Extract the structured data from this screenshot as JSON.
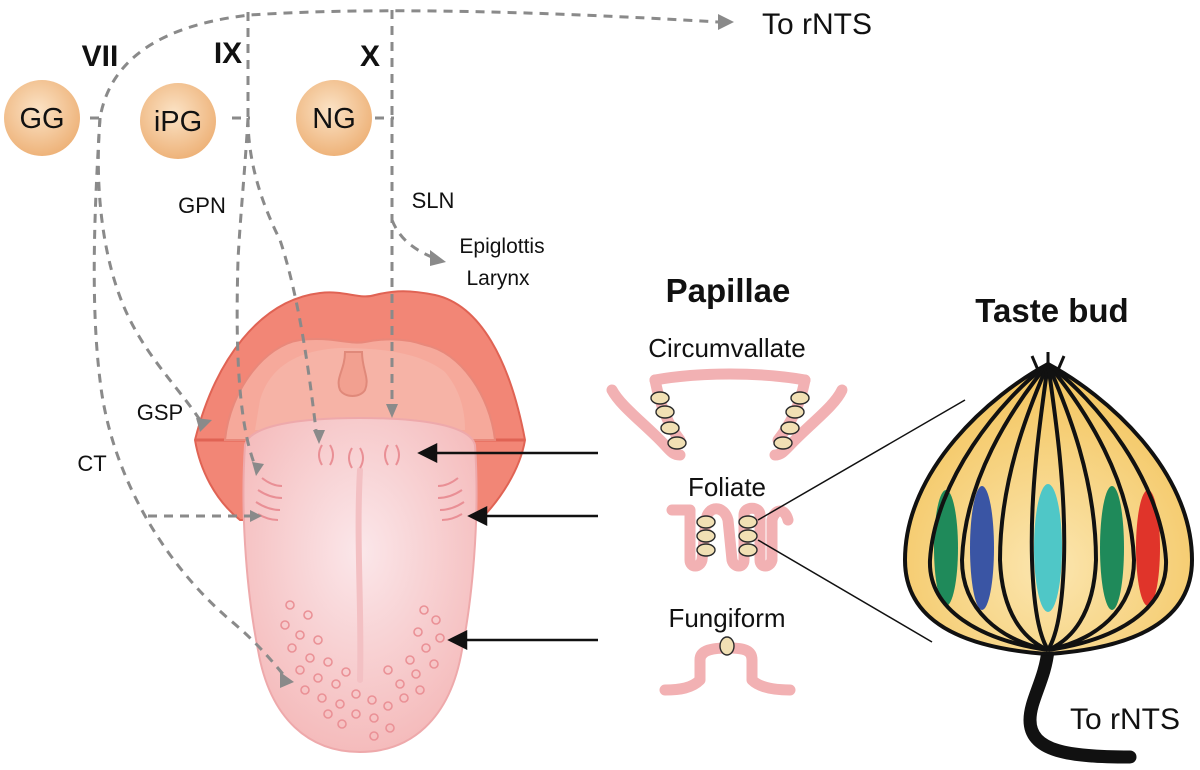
{
  "nerves": {
    "vii": "VII",
    "ix": "IX",
    "x": "X"
  },
  "ganglia": {
    "gg": "GG",
    "ipg": "iPG",
    "ng": "NG"
  },
  "branches": {
    "gpn": "GPN",
    "sln": "SLN",
    "gsp": "GSP",
    "ct": "CT",
    "epiglottis": "Epiglottis",
    "larynx": "Larynx"
  },
  "targets": {
    "top": "To rNTS",
    "bottom": "To rNTS"
  },
  "papillae": {
    "title": "Papillae",
    "circumvallate": "Circumvallate",
    "foliate": "Foliate",
    "fungiform": "Fungiform"
  },
  "taste_bud": {
    "title": "Taste bud",
    "cell_colors": [
      "#1f8a5a",
      "#3a55a4",
      "#4fc7c7",
      "#1f8a5a",
      "#e0342a"
    ]
  },
  "colors": {
    "ganglion_fill": "#f3c79a",
    "lip": "#f07a6c",
    "tongue": "#f7c9c9",
    "nerve_dash": "#8a8a8a",
    "bud_fill": "#f6cd72"
  }
}
